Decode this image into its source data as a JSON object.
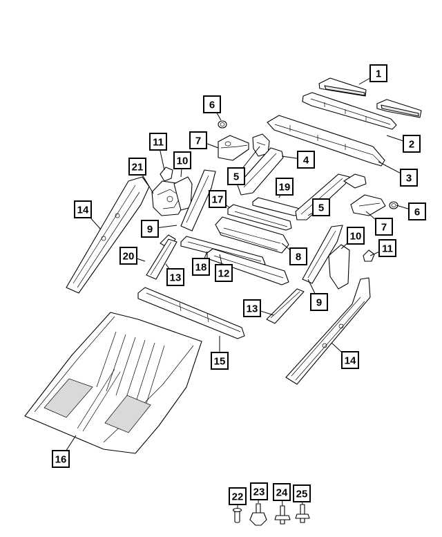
{
  "callouts": [
    "1",
    "2",
    "3",
    "4",
    "5",
    "5",
    "6",
    "6",
    "7",
    "7",
    "8",
    "9",
    "9",
    "10",
    "10",
    "11",
    "11",
    "12",
    "13",
    "13",
    "14",
    "14",
    "15",
    "16",
    "17",
    "18",
    "19",
    "20",
    "21",
    "22",
    "23",
    "24",
    "25"
  ]
}
